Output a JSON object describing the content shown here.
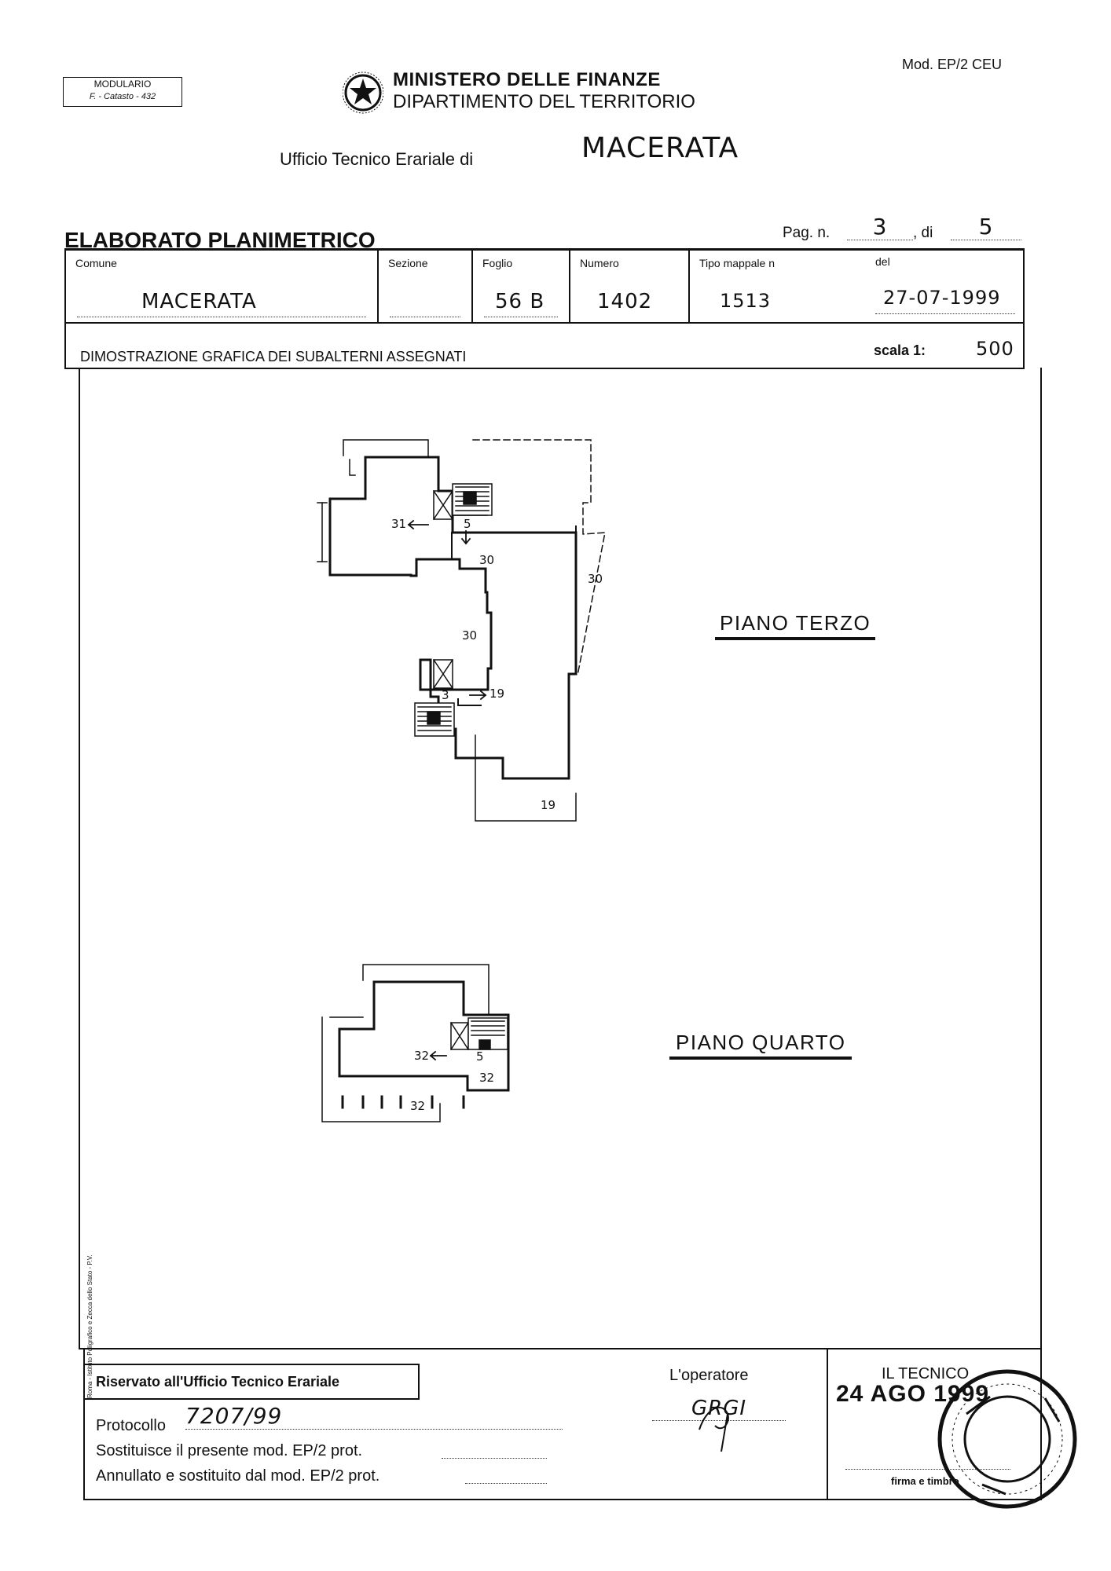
{
  "header": {
    "modulario_line1": "MODULARIO",
    "modulario_line2": "F. - Catasto - 432",
    "ministry": "MINISTERO DELLE FINANZE",
    "department": "DIPARTIMENTO DEL TERRITORIO",
    "model": "Mod. EP/2 CEU",
    "office_label": "Ufficio Tecnico Erariale di",
    "office_city": "MACERATA"
  },
  "title": {
    "doc_title": "ELABORATO PLANIMETRICO",
    "page_label": "Pag. n.",
    "page_num": "3",
    "of_label": ", di",
    "page_total": "5"
  },
  "fields": {
    "comune_label": "Comune",
    "comune_value": "MACERATA",
    "sezione_label": "Sezione",
    "sezione_value": "",
    "foglio_label": "Foglio",
    "foglio_value": "56 B",
    "numero_label": "Numero",
    "numero_value": "1402",
    "tipo_label": "Tipo mappale n",
    "tipo_value": "1513",
    "del_label": "del",
    "del_value": "27-07-1999"
  },
  "section": {
    "heading": "DIMOSTRAZIONE GRAFICA DEI SUBALTERNI ASSEGNATI",
    "scale_label": "scala 1:",
    "scale_value": "500"
  },
  "plans": {
    "terzo_label": "PIANO TERZO",
    "quarto_label": "PIANO QUARTO",
    "terzo_marks": [
      "31",
      "5",
      "30",
      "30",
      "30",
      "3",
      "19",
      "19"
    ],
    "quarto_marks": [
      "32",
      "5",
      "32",
      "32"
    ]
  },
  "footer": {
    "reserved": "Riservato all'Ufficio Tecnico Erariale",
    "protocollo_label": "Protocollo",
    "protocollo_value": "7207/99",
    "sostituisce": "Sostituisce il presente mod. EP/2 prot.",
    "annullato": "Annullato e sostituito dal mod. EP/2 prot.",
    "operatore_label": "L'operatore",
    "operatore_sig": "GRGI",
    "tecnico_label": "IL TECNICO",
    "tecnico_date": "24 AGO 1999",
    "firma_label": "firma e timbro",
    "printer_note": "Roma - Istituto Poligrafico e Zecca dello Stato - P.V."
  },
  "colors": {
    "ink": "#111111",
    "paper": "#ffffff"
  }
}
